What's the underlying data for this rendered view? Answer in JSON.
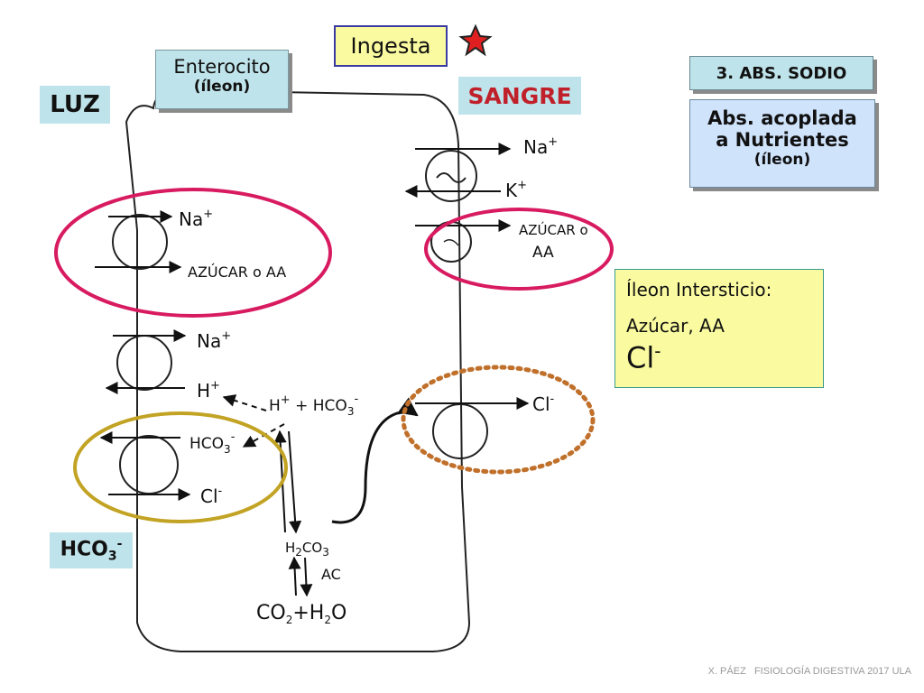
{
  "header": {
    "ingesta": "Ingesta",
    "star_color": "#e02020"
  },
  "labels": {
    "enterocito": "Enterocito",
    "enterocito_sub": "(íleon)",
    "luz": "LUZ",
    "sangre": "SANGRE",
    "hco3_base": "HCO",
    "hco3_sub": "3",
    "hco3_sup": "-"
  },
  "right_panel": {
    "title": "3. ABS. SODIO",
    "abs_line1": "Abs. acoplada",
    "abs_line2": "a Nutrientes",
    "abs_line3": "(íleon)",
    "interst_title": "Íleon Intersticio:",
    "interst_line2": "Azúcar, AA",
    "interst_cl": "Cl",
    "interst_cl_sup": "-"
  },
  "handwriting": {
    "na": "Na",
    "na_sup": "+",
    "azucar_aa_luz": "AZÚCAR o AA",
    "h": "H",
    "h_sup": "+",
    "h_hco3_plus": "H",
    "h_hco3_plus_sup": "+",
    "plus": "+",
    "hco3": "HCO",
    "hco3_sub": "3",
    "hco3_sup": "-",
    "cl": "Cl",
    "cl_sup": "-",
    "k": "K",
    "k_sup": "+",
    "azucar_o": "AZÚCAR o",
    "aa": "AA",
    "h2co3": "H2CO3",
    "h2co3_h": "H",
    "h2co3_2": "2",
    "h2co3_co": "CO",
    "h2co3_3": "3",
    "ac": "AC",
    "co2": "CO",
    "co2_sub": "2",
    "h2o_plus": "+",
    "h2o_h": "H",
    "h2o_2": "2",
    "h2o_o": "O"
  },
  "footer": "X. PÁEZ   FISIOLOGÍA DIGESTIVA 2017 ULA",
  "colors": {
    "magenta_oval": "#d81b60",
    "olive_oval": "#c2a323",
    "orange_oval": "#c0702a",
    "teal_box": "#bfe3ea",
    "yellow_box": "#fafaa0",
    "blue_box": "#cfe3fb"
  }
}
